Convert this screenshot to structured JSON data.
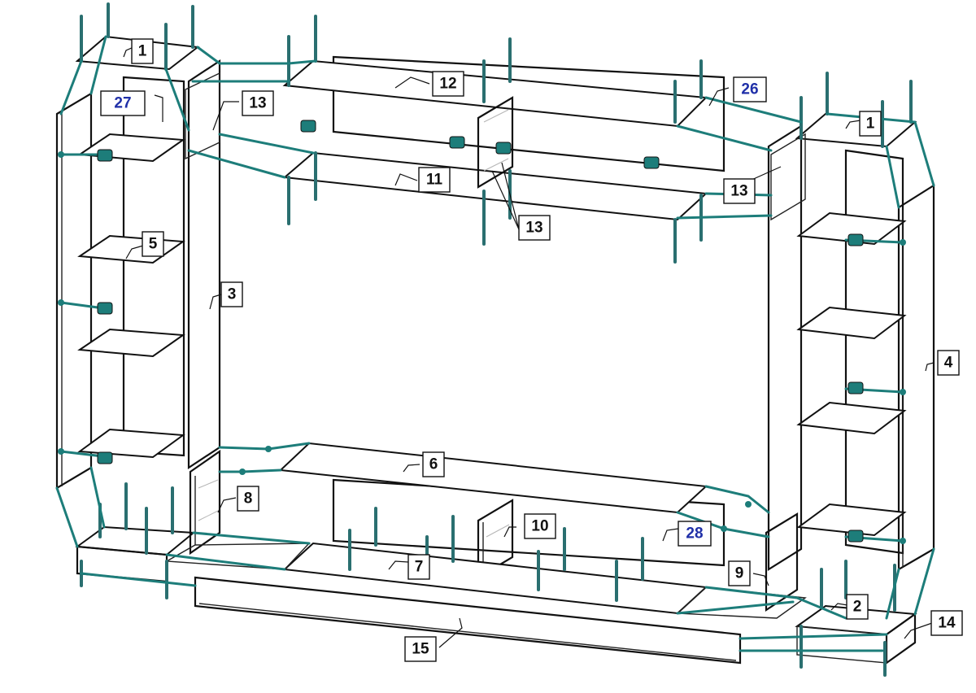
{
  "labels": [
    {
      "id": "1a",
      "text": "1",
      "color": "#111111"
    },
    {
      "id": "1b",
      "text": "1",
      "color": "#111111"
    },
    {
      "id": "2",
      "text": "2",
      "color": "#111111"
    },
    {
      "id": "3",
      "text": "3",
      "color": "#111111"
    },
    {
      "id": "4",
      "text": "4",
      "color": "#111111"
    },
    {
      "id": "5",
      "text": "5",
      "color": "#111111"
    },
    {
      "id": "6",
      "text": "6",
      "color": "#111111"
    },
    {
      "id": "7",
      "text": "7",
      "color": "#111111"
    },
    {
      "id": "8",
      "text": "8",
      "color": "#111111"
    },
    {
      "id": "9",
      "text": "9",
      "color": "#111111"
    },
    {
      "id": "10",
      "text": "10",
      "color": "#111111"
    },
    {
      "id": "11",
      "text": "11",
      "color": "#111111"
    },
    {
      "id": "12",
      "text": "12",
      "color": "#111111"
    },
    {
      "id": "13a",
      "text": "13",
      "color": "#111111"
    },
    {
      "id": "13b",
      "text": "13",
      "color": "#111111"
    },
    {
      "id": "13c",
      "text": "13",
      "color": "#111111"
    },
    {
      "id": "14",
      "text": "14",
      "color": "#111111"
    },
    {
      "id": "15",
      "text": "15",
      "color": "#111111"
    },
    {
      "id": "26",
      "text": "26",
      "color": "#1f2fa8"
    },
    {
      "id": "27",
      "text": "27",
      "color": "#1f2fa8"
    },
    {
      "id": "28",
      "text": "28",
      "color": "#1f2fa8"
    }
  ],
  "colors": {
    "hardware": "#1d7d7a",
    "panel_stroke": "#111111",
    "hardware_label": "#1f2fa8"
  }
}
